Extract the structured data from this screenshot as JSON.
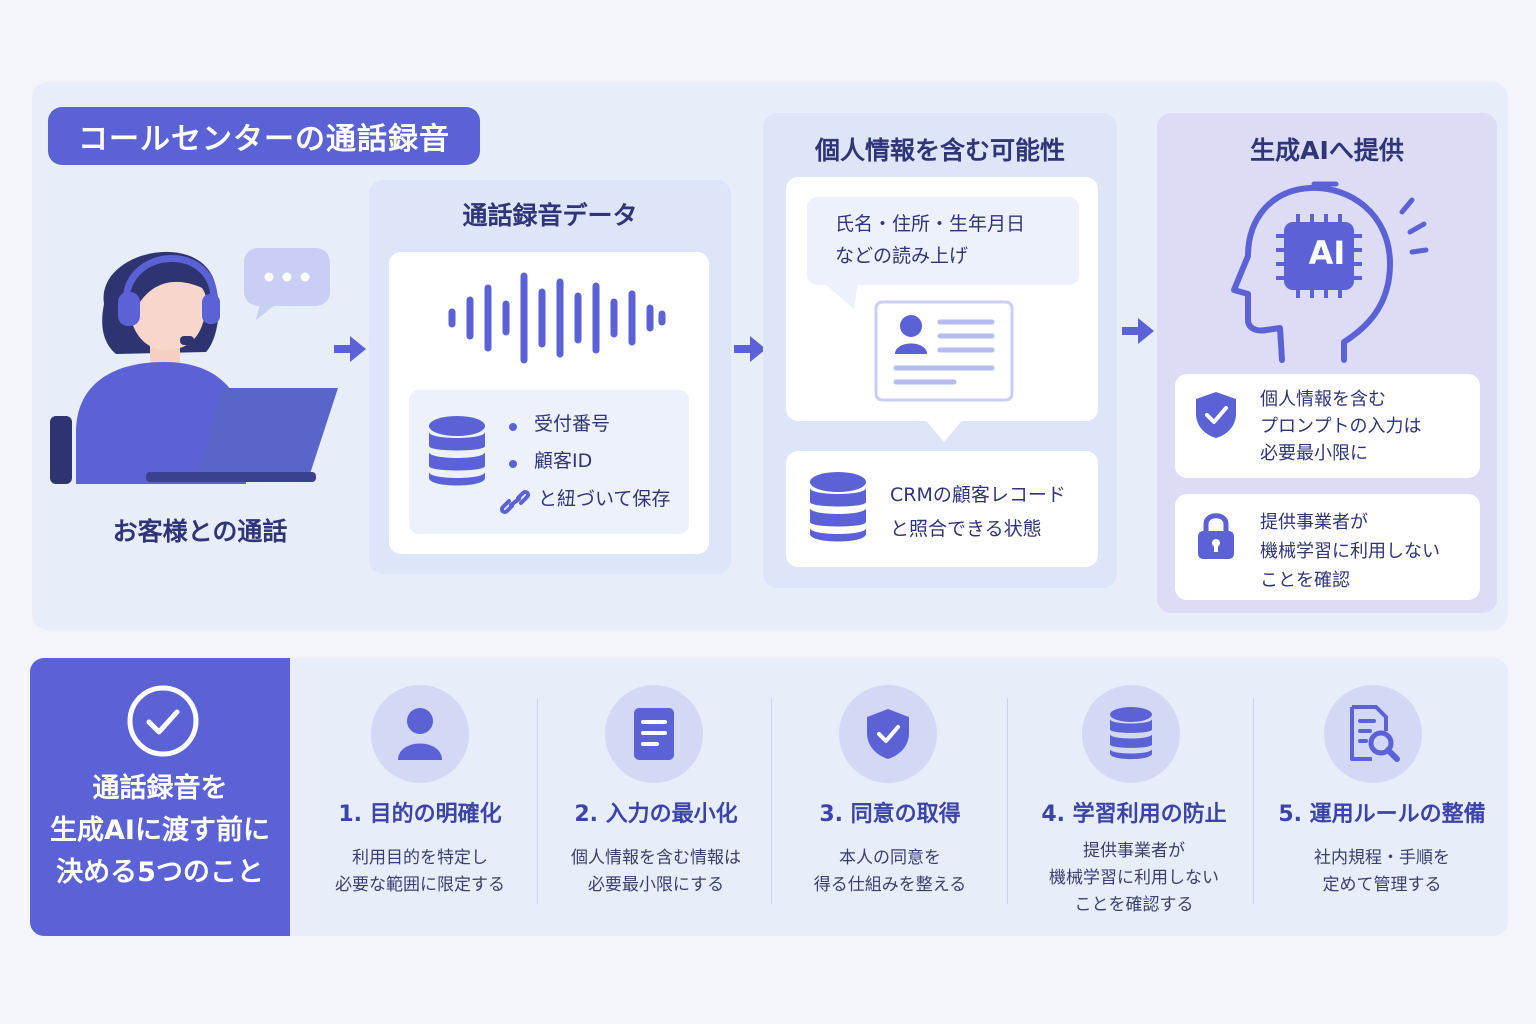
{
  "header": {
    "title": "コールセンターの通話録音"
  },
  "stage1": {
    "caption": "お客様との通話"
  },
  "stage2": {
    "title": "通話録音データ",
    "items": [
      "受付番号",
      "顧客ID"
    ],
    "link_text": "と紐づいて保存"
  },
  "stage3": {
    "title": "個人情報を含む可能性",
    "bubble_lines": [
      "氏名・住所・生年月日",
      "などの読み上げ"
    ],
    "crm_lines": [
      "CRMの顧客レコード",
      "と照合できる状態"
    ]
  },
  "stage4": {
    "title": "生成AIへ提供",
    "ai_label": "AI",
    "card1_lines": [
      "個人情報を含む",
      "プロンプトの入力は",
      "必要最小限に"
    ],
    "card2_lines": [
      "提供事業者が",
      "機械学習に利用しない",
      "ことを確認"
    ]
  },
  "summary": {
    "lines": [
      "通話録音を",
      "生成AIに渡す前に",
      "決める5つのこと"
    ]
  },
  "steps": [
    {
      "title": "1. 目的の明確化",
      "lines": [
        "利用目的を特定し",
        "必要な範囲に限定する"
      ],
      "icon": "user-icon"
    },
    {
      "title": "2. 入力の最小化",
      "lines": [
        "個人情報を含む情報は",
        "必要最小限にする"
      ],
      "icon": "document-icon"
    },
    {
      "title": "3. 同意の取得",
      "lines": [
        "本人の同意を",
        "得る仕組みを整える"
      ],
      "icon": "shield-check-icon"
    },
    {
      "title": "4. 学習利用の防止",
      "lines": [
        "提供事業者が",
        "機械学習に利用しない",
        "ことを確認する"
      ],
      "icon": "database-icon"
    },
    {
      "title": "5. 運用ルールの整備",
      "lines": [
        "社内規程・手順を",
        "定めて管理する"
      ],
      "icon": "document-search-icon"
    }
  ],
  "colors": {
    "accent": "#5b62d6",
    "panel": "#e8edfa",
    "text": "#2f3576",
    "soft_circle": "#d3d8f5"
  }
}
